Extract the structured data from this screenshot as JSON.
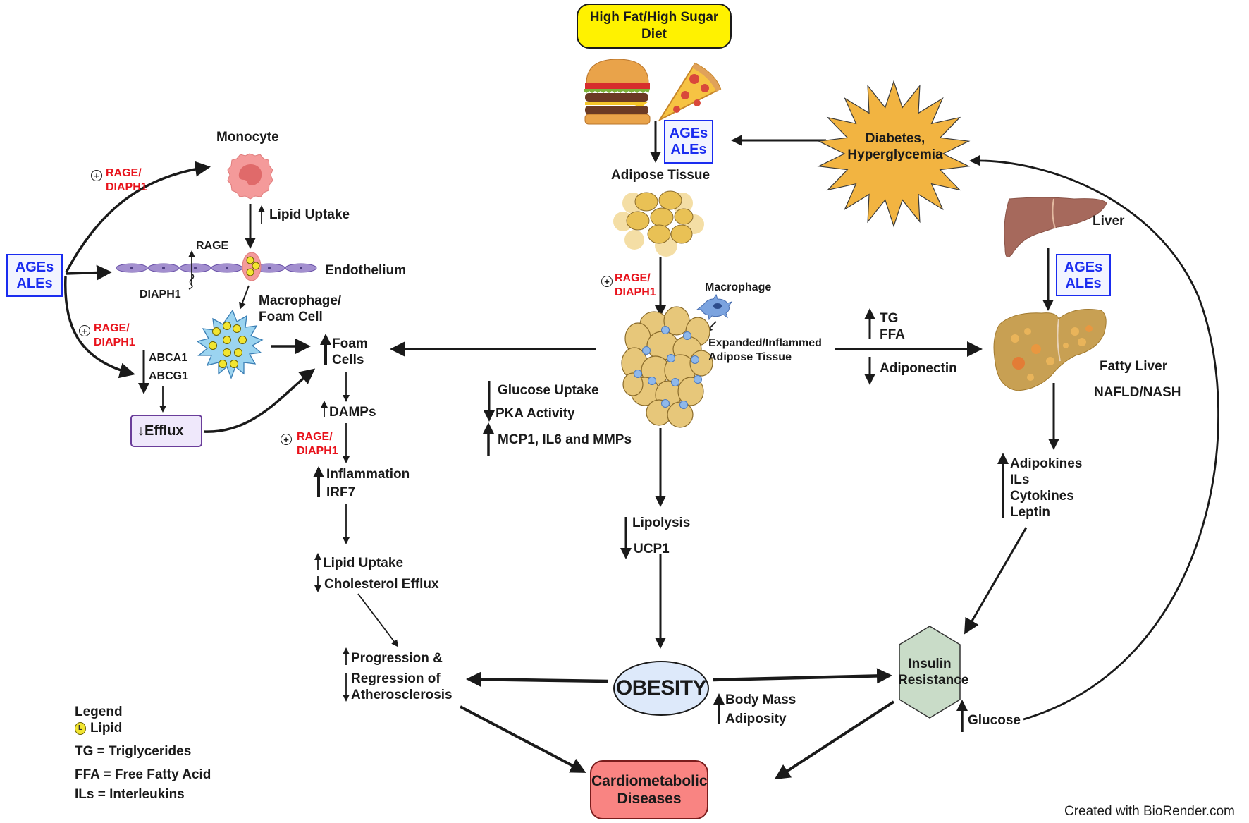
{
  "diet": {
    "label_line1": "High Fat/High Sugar",
    "label_line2": "Diet"
  },
  "ages_ales": {
    "line1": "AGEs",
    "line2": "ALEs"
  },
  "rage_diaph1": {
    "line1": "RAGE/",
    "line2": "DIAPH1",
    "plus": "+"
  },
  "left_pathway": {
    "monocyte": "Monocyte",
    "lipid_uptake": "Lipid Uptake",
    "rage": "RAGE",
    "diaph1": "DIAPH1",
    "endothelium": "Endothelium",
    "macrophage_line1": "Macrophage/",
    "macrophage_line2": "Foam Cell",
    "abca1": "ABCA1",
    "abcg1": "ABCG1",
    "efflux": "Efflux",
    "foam_line1": "Foam",
    "foam_line2": "Cells",
    "damps": "DAMPs",
    "inflammation": "Inflammation",
    "irf7": "IRF7",
    "lipid_uptake2": "Lipid Uptake",
    "cholesterol_efflux": "Cholesterol Efflux",
    "progression_line1": "Progression &",
    "progression_line2": "Regression of",
    "progression_line3": "Atherosclerosis"
  },
  "center_pathway": {
    "adipose_tissue": "Adipose Tissue",
    "macrophage": "Macrophage",
    "expanded_line1": "Expanded/Inflammed",
    "expanded_line2": "Adipose Tissue",
    "glucose_uptake": "Glucose Uptake",
    "pka_activity": "PKA Activity",
    "mcp1": "MCP1, IL6 and MMPs",
    "lipolysis": "Lipolysis",
    "ucp1": "UCP1",
    "obesity": "OBESITY",
    "body_mass": "Body Mass",
    "adiposity": "Adiposity",
    "cardio_line1": "Cardiometabolic",
    "cardio_line2": "Diseases"
  },
  "right_pathway": {
    "diabetes_line1": "Diabetes,",
    "diabetes_line2": "Hyperglycemia",
    "liver": "Liver",
    "tg": "TG",
    "ffa": "FFA",
    "adiponectin": "Adiponectin",
    "fatty_liver": "Fatty Liver",
    "nafld": "NAFLD/NASH",
    "adipokines": "Adipokines",
    "ils": "ILs",
    "cytokines": "Cytokines",
    "leptin": "Leptin",
    "insulin_line1": "Insulin",
    "insulin_line2": "Resistance",
    "glucose": "Glucose"
  },
  "legend": {
    "title": "Legend",
    "lipid_symbol": "L",
    "lipid": "Lipid",
    "tg": "TG = Triglycerides",
    "ffa": "FFA = Free Fatty Acid",
    "ils": "ILs = Interleukins"
  },
  "colors": {
    "rage_red": "#e8121b",
    "ages_blue": "#1a2cf0",
    "diet_yellow": "#fff200",
    "starburst_orange": "#f2b441",
    "obesity_blue": "#dde9fa",
    "insulin_green": "#c9dcc8",
    "cardio_red": "#f98482",
    "efflux_purple": "#efe8fb"
  },
  "credit": "Created with BioRender.com"
}
